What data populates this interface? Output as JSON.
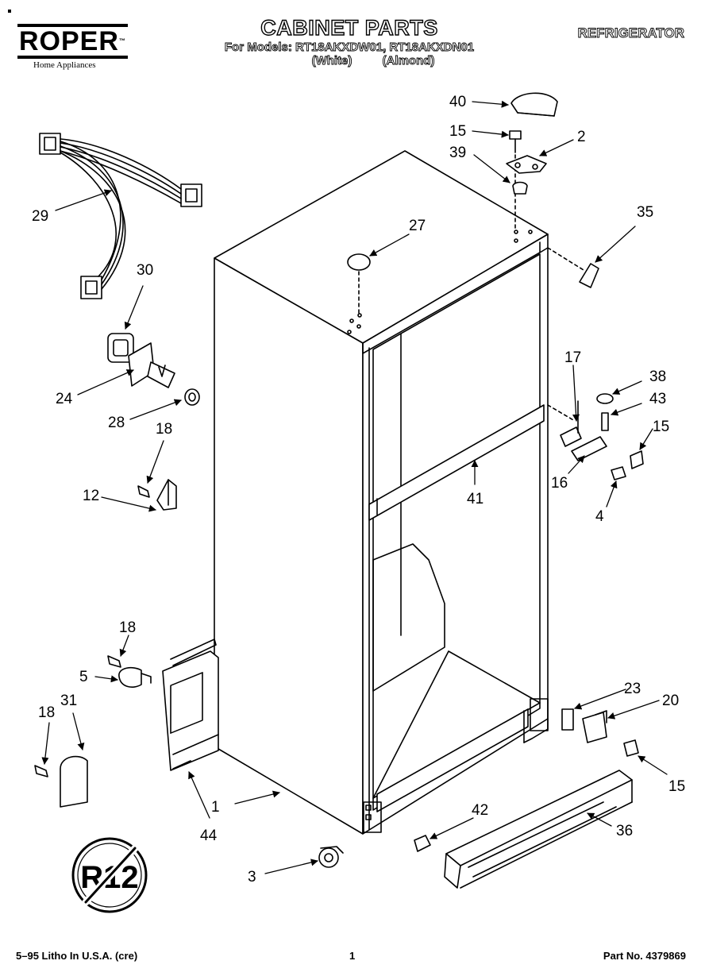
{
  "header": {
    "brand": "ROPER",
    "brand_tm": "™",
    "brand_sub": "Home Appliances",
    "title": "CABINET PARTS",
    "models_line": "For Models: RT18AKXDW01, RT18AKXDN01",
    "color_white": "(White)",
    "color_almond": "(Almond)",
    "appliance": "REFRIGERATOR"
  },
  "callouts": {
    "c1": "1",
    "c2": "2",
    "c3": "3",
    "c4": "4",
    "c5": "5",
    "c12": "12",
    "c15a": "15",
    "c15b": "15",
    "c15c": "15",
    "c16": "16",
    "c17": "17",
    "c18a": "18",
    "c18b": "18",
    "c18c": "18",
    "c20": "20",
    "c23": "23",
    "c24": "24",
    "c27": "27",
    "c28": "28",
    "c29": "29",
    "c30": "30",
    "c31": "31",
    "c35": "35",
    "c36": "36",
    "c38": "38",
    "c39": "39",
    "c40": "40",
    "c41": "41",
    "c42": "42",
    "c43": "43",
    "c44": "44"
  },
  "badge": {
    "text": "R12"
  },
  "footer": {
    "left": "5–95 Litho In U.S.A. (cre)",
    "page": "1",
    "part": "Part No. 4379869"
  }
}
